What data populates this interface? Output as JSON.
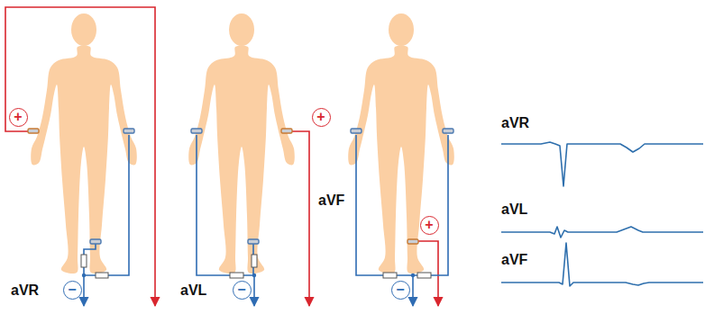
{
  "diagram": {
    "nodes": [
      {
        "text": [
          "+"
        ]
      },
      {
        "text": [
          "−"
        ]
      },
      {
        "text": [
          "+"
        ]
      },
      {
        "text": [
          "−"
        ]
      },
      {
        "text": [
          "+"
        ]
      },
      {
        "text": [
          "−"
        ]
      }
    ],
    "labels": [
      "aVR",
      "aVL",
      "aVF",
      "aVR",
      "aVL",
      "aVF"
    ]
  }
}
